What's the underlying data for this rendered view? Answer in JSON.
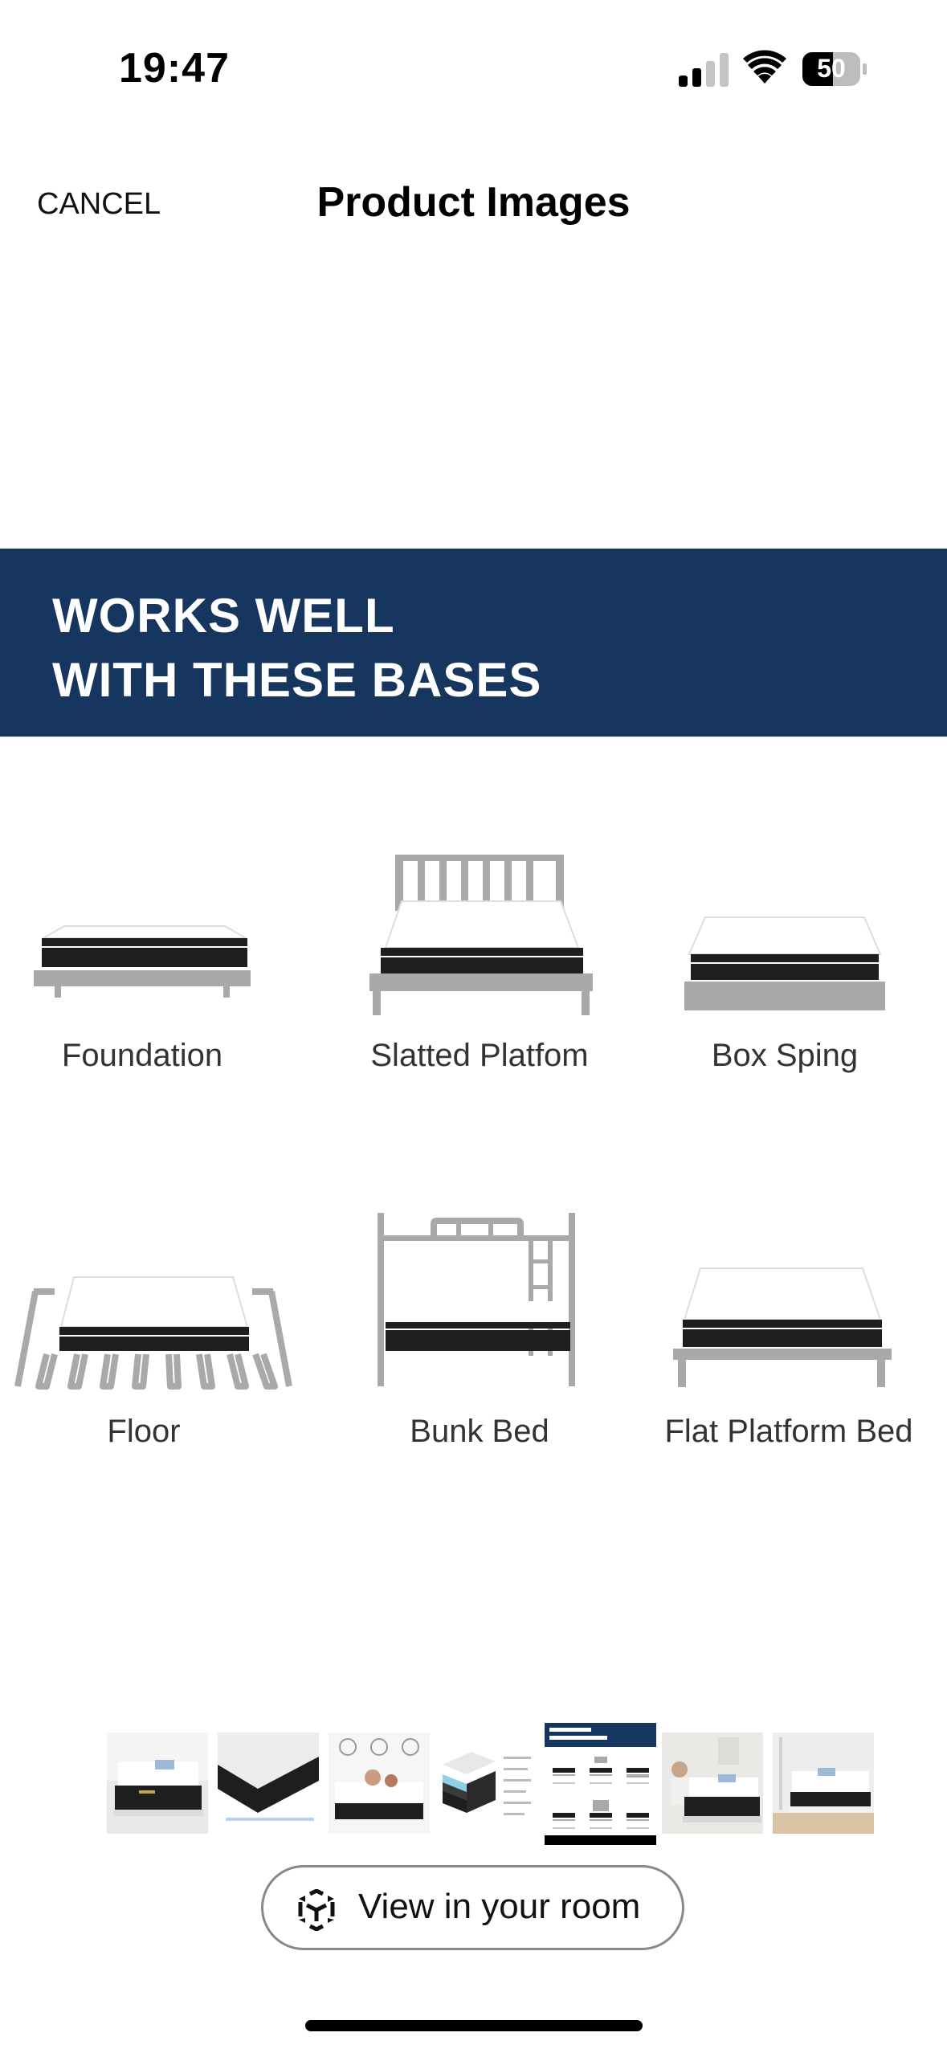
{
  "status_bar": {
    "time": "19:47",
    "battery_level": "50"
  },
  "nav": {
    "cancel_label": "CANCEL",
    "title": "Product Images"
  },
  "product_image": {
    "banner_line1": "WORKS WELL",
    "banner_line2": "WITH THESE BASES",
    "bases": [
      {
        "label": "Foundation"
      },
      {
        "label": "Slatted Platfom"
      },
      {
        "label": "Box Sping"
      },
      {
        "label": "Floor"
      },
      {
        "label": "Bunk Bed"
      },
      {
        "label": "Flat Platform Bed"
      }
    ]
  },
  "thumbnails": {
    "count": 7,
    "selected_index": 4
  },
  "ar_button": {
    "label": "View in your room",
    "icon": "ar-cube-icon"
  },
  "colors": {
    "banner": "#17365f",
    "mattress": "#1e1e1e",
    "base_gray": "#a9a9a9"
  }
}
